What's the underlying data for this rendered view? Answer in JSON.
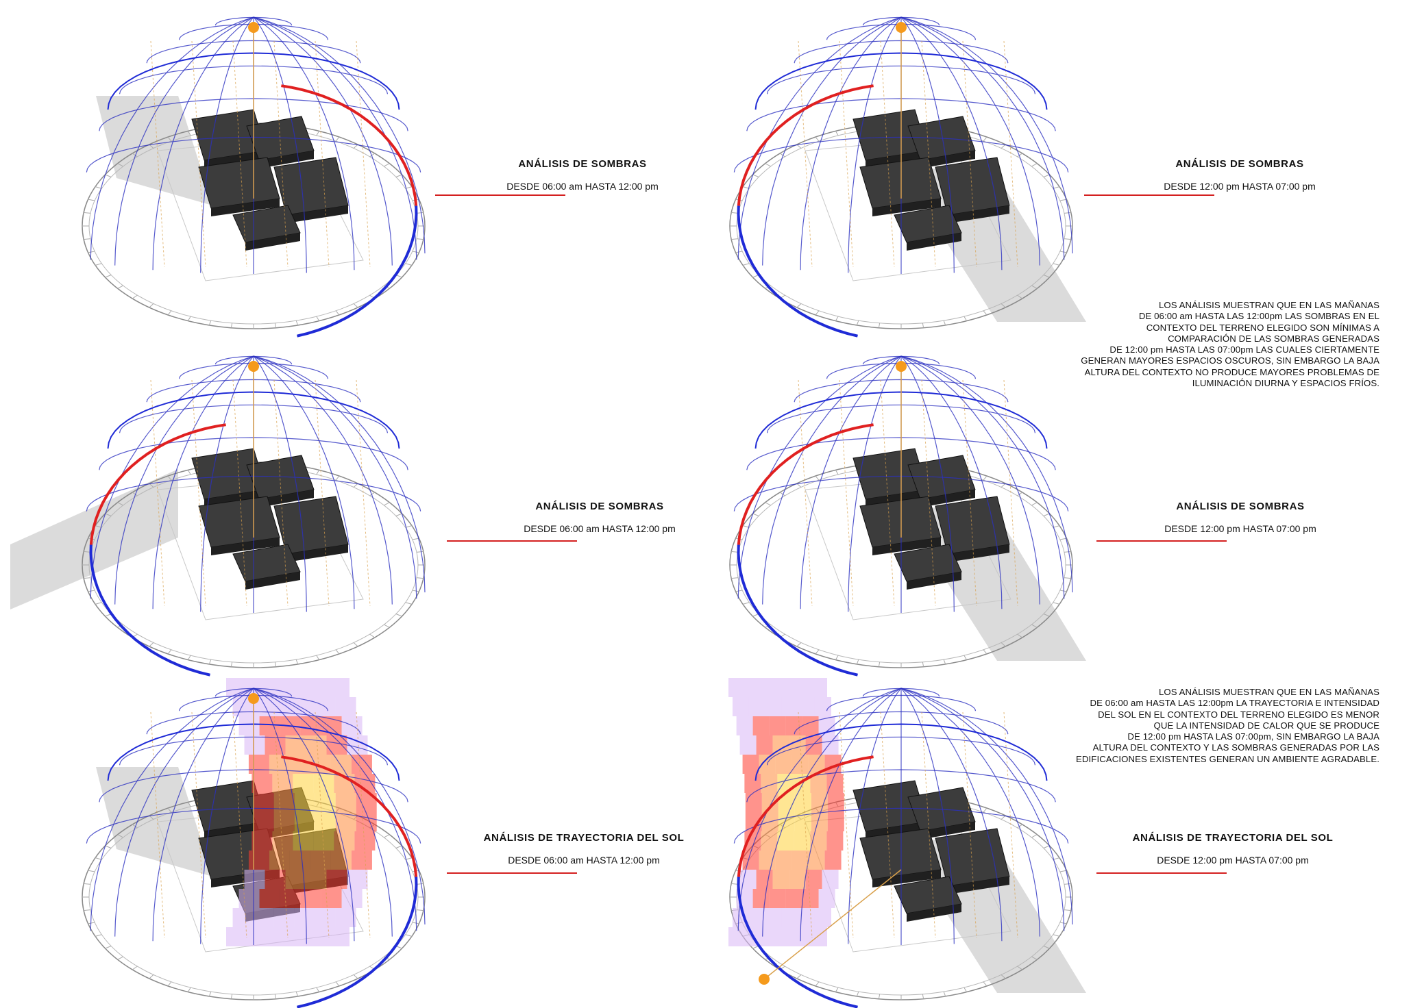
{
  "colors": {
    "sky_dome": "#2a2fc0",
    "path_red": "#e02020",
    "path_blue": "#1f2bd6",
    "sun": "#f59a1c",
    "shadow": "#bdbdbd",
    "building": "#3c3c3c",
    "ground": "#8a8a8a",
    "accent_line": "#d42020",
    "heat_hot": "#ff3b2e",
    "heat_warm": "#ffd23a",
    "heat_cool": "#d9b6f5"
  },
  "panels": [
    {
      "title": "ANÁLISIS DE SOMBRAS",
      "subtitle": "DESDE 06:00 am HASTA 12:00 pm",
      "kind": "shadow",
      "period": "morning"
    },
    {
      "title": "ANÁLISIS DE SOMBRAS",
      "subtitle": "DESDE 12:00 pm HASTA 07:00 pm",
      "kind": "shadow",
      "period": "afternoon"
    },
    {
      "title": "ANÁLISIS DE SOMBRAS",
      "subtitle": "DESDE 06:00 am HASTA 12:00 pm",
      "kind": "shadow",
      "period": "morning"
    },
    {
      "title": "ANÁLISIS DE SOMBRAS",
      "subtitle": "DESDE 12:00 pm HASTA 07:00 pm",
      "kind": "shadow",
      "period": "afternoon"
    },
    {
      "title": "ANÁLISIS DE TRAYECTORIA DEL SOL",
      "subtitle": "DESDE 06:00 am HASTA 12:00 pm",
      "kind": "radiation",
      "period": "morning"
    },
    {
      "title": "ANÁLISIS DE TRAYECTORIA DEL SOL",
      "subtitle": "DESDE 12:00 pm HASTA 07:00 pm",
      "kind": "radiation",
      "period": "afternoon"
    }
  ],
  "notes": {
    "shadows": [
      "LOS ANÁLISIS MUESTRAN QUE EN LAS MAÑANAS",
      "DE 06:00 am HASTA LAS 12:00pm LAS SOMBRAS EN EL",
      "CONTEXTO DEL TERRENO ELEGIDO SON MÍNIMAS A",
      "COMPARACIÓN DE LAS SOMBRAS GENERADAS",
      "DE 12:00 pm HASTA LAS 07:00pm LAS CUALES CIERTAMENTE",
      "GENERAN MAYORES ESPACIOS OSCUROS, SIN EMBARGO LA BAJA",
      "ALTURA DEL CONTEXTO NO PRODUCE MAYORES PROBLEMAS DE",
      "ILUMINACIÓN DIURNA Y ESPACIOS FRÍOS."
    ],
    "trajectory": [
      "LOS ANÁLISIS MUESTRAN QUE EN LAS MAÑANAS",
      "DE 06:00 am HASTA LAS 12:00pm LA TRAYECTORIA E INTENSIDAD",
      "DEL SOL EN EL CONTEXTO DEL TERRENO ELEGIDO ES MENOR",
      "QUE LA INTENSIDAD DE CALOR QUE SE PRODUCE",
      "DE 12:00 pm HASTA LAS 07:00pm, SIN EMBARGO LA BAJA",
      "ALTURA DEL CONTEXTO Y LAS SOMBRAS GENERADAS POR LAS",
      "EDIFICACIONES EXISTENTES GENERAN UN AMBIENTE AGRADABLE."
    ]
  }
}
